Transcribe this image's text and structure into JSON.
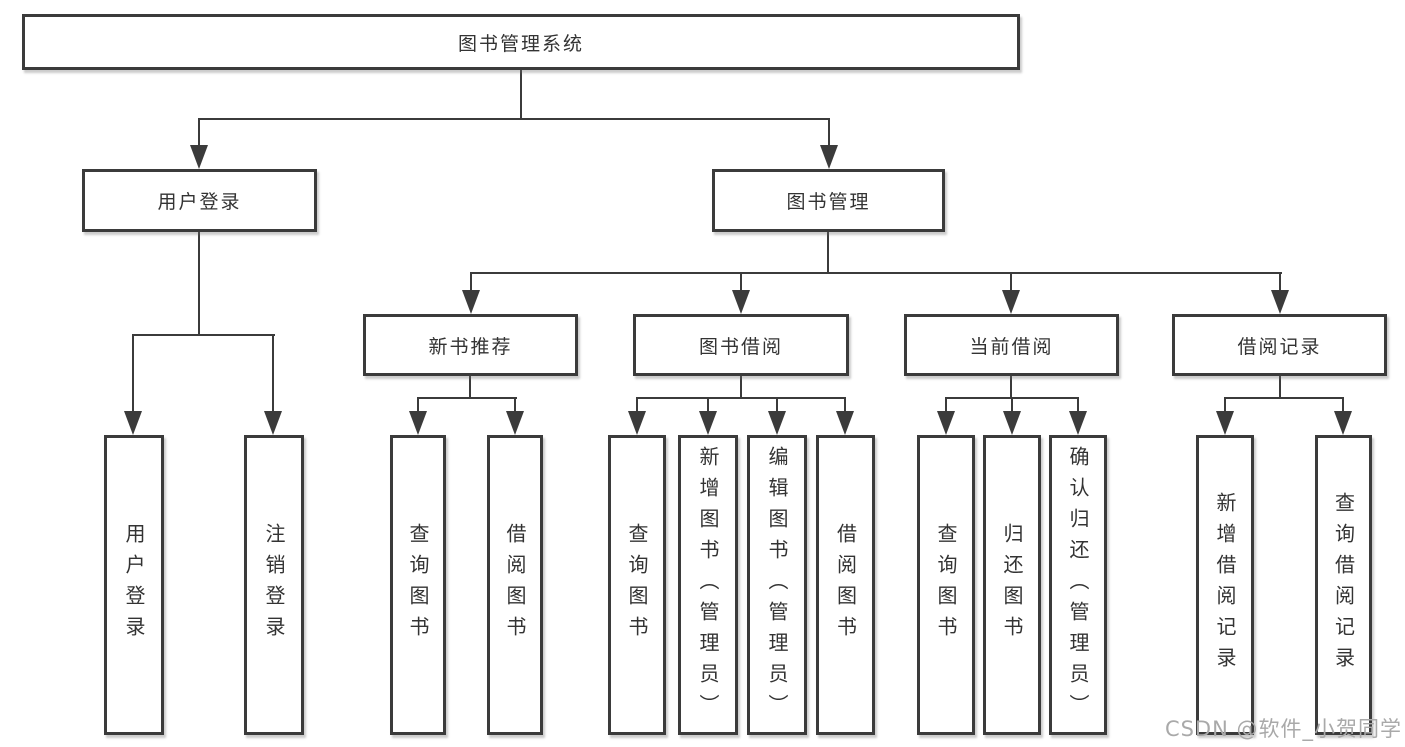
{
  "nodes": {
    "root": "图书管理系统",
    "level2": [
      "用户登录",
      "图书管理"
    ],
    "level3": [
      "新书推荐",
      "图书借阅",
      "当前借阅",
      "借阅记录"
    ],
    "leaves_user_login": [
      "用户登录",
      "注销登录"
    ],
    "leaves_new_books": [
      "查询图书",
      "借阅图书"
    ],
    "leaves_book_borrow": [
      "查询图书",
      "新增图书（管理员）",
      "编辑图书（管理员）",
      "借阅图书"
    ],
    "leaves_current_borrow": [
      "查询图书",
      "归还图书",
      "确认归还（管理员）"
    ],
    "leaves_borrow_records": [
      "新增借阅记录",
      "查询借阅记录"
    ]
  },
  "watermark": "CSDN @软件_小贺同学",
  "colors": {
    "line": "#3b3b3b",
    "text": "#333333",
    "box_background": "#ffffff",
    "watermark": "#a9a9a9"
  }
}
